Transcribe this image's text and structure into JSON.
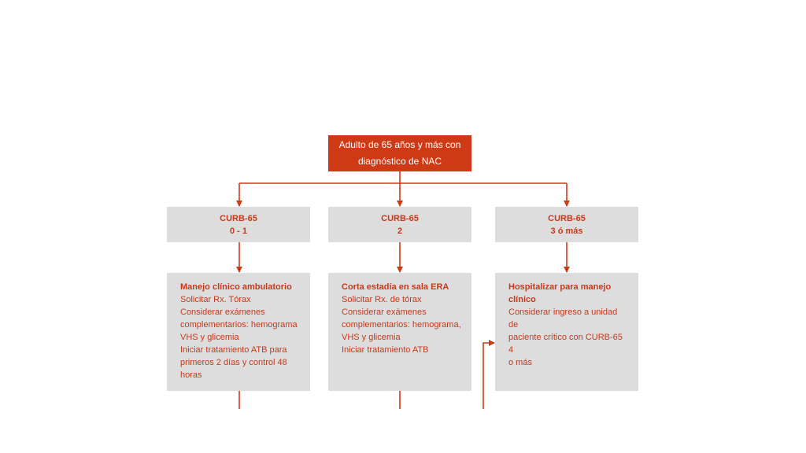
{
  "root": {
    "line1": "Adulto de 65 años y más con",
    "line2": "diagnóstico de NAC"
  },
  "scores": [
    {
      "label": "CURB-65",
      "value": "0 - 1"
    },
    {
      "label": "CURB-65",
      "value": "2"
    },
    {
      "label": "CURB-65",
      "value": "3 ó más"
    }
  ],
  "details": [
    {
      "heading": "Manejo clínico ambulatorio",
      "lines": [
        "Solicitar Rx. Tórax",
        "Considerar exámenes",
        "complementarios: hemograma",
        "VHS y glicemia",
        "Iniciar tratamiento ATB para",
        "primeros 2 días y control 48",
        "horas"
      ]
    },
    {
      "heading": "Corta estadía en sala ERA",
      "lines": [
        "Solicitar Rx. de tórax",
        "Considerar exámenes",
        "complementarios: hemograma,",
        "VHS y glicemia",
        "Iniciar tratamiento ATB"
      ]
    },
    {
      "heading_lines": [
        "Hospitalizar para manejo",
        "clínico"
      ],
      "lines": [
        "Considerar ingreso a unidad de",
        "paciente crítico con CURB-65 4",
        "o más"
      ]
    }
  ],
  "colors": {
    "accent": "#cf3a16",
    "box_fill": "#dddddd",
    "text": "#c8381a"
  }
}
